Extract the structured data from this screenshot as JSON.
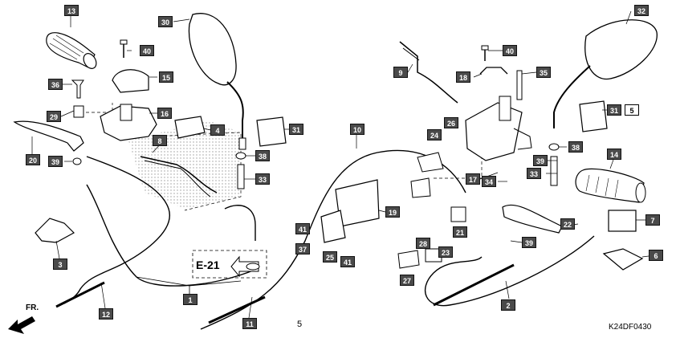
{
  "figure_code": "K24DF0430",
  "reference_label": "E-21",
  "direction_label": "FR.",
  "callouts": [
    "1",
    "2",
    "3",
    "4",
    "5",
    "6",
    "7",
    "8",
    "9",
    "10",
    "11",
    "12",
    "13",
    "14",
    "15",
    "16",
    "17",
    "18",
    "19",
    "20",
    "21",
    "22",
    "23",
    "24",
    "25",
    "26",
    "27",
    "28",
    "29",
    "30",
    "31",
    "32",
    "33",
    "34",
    "35",
    "36",
    "37",
    "38",
    "39",
    "40",
    "41"
  ],
  "tags": {
    "t13": "13",
    "t30": "30",
    "t40a": "40",
    "t15": "15",
    "t36": "36",
    "t16": "16",
    "t29": "29",
    "t4": "4",
    "t20": "20",
    "t8": "8",
    "t31a": "31",
    "t39a": "39",
    "t38a": "38",
    "t33a": "33",
    "t3": "3",
    "t12": "12",
    "t1": "1",
    "t11": "11",
    "t5a": "5",
    "t9": "9",
    "t18": "18",
    "t40b": "40",
    "t35": "35",
    "t32": "32",
    "t31b": "31",
    "t5b": "5",
    "t10": "10",
    "t24": "24",
    "t26": "26",
    "t17": "17",
    "t34": "34",
    "t38b": "38",
    "t39b": "39",
    "t33b": "33",
    "t14": "14",
    "t19": "19",
    "t41a": "41",
    "t37": "37",
    "t25": "25",
    "t41b": "41",
    "t21": "21",
    "t23": "23",
    "t28": "28",
    "t27": "27",
    "t22": "22",
    "t39c": "39",
    "t7": "7",
    "t6": "6",
    "t2": "2"
  }
}
